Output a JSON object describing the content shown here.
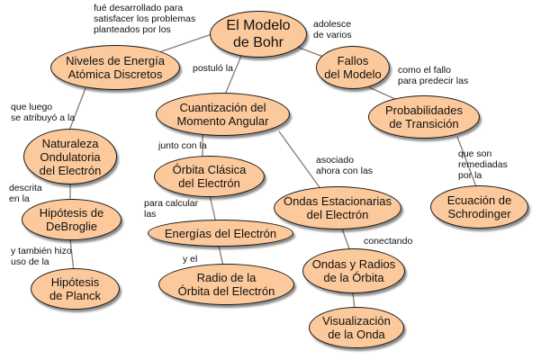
{
  "colors": {
    "node_fill": "#fbc99b",
    "node_border": "#1a1a1a",
    "line": "#8a7a6a"
  },
  "nodes": {
    "bohr": "El Modelo\nde Bohr",
    "niveles": "Niveles de Energía\nAtómica Discretos",
    "fallos": "Fallos\ndel Modelo",
    "cuantizacion": "Cuantización del\nMomento Angular",
    "probabilidades": "Probabilidades\nde Transición",
    "naturaleza": "Naturaleza\nOndulatoria\ndel Electrón",
    "orbita": "Órbita Clásica\ndel  Electrón",
    "ondas_est": "Ondas Estacionarias\ndel Electrón",
    "schrodinger": "Ecuación de\nSchrodinger",
    "debroglie": "Hipótesis de\nDeBroglie",
    "energias": "Energías del Electrón",
    "ondas_radios": "Ondas y Radios\nde la Órbita",
    "planck": "Hipótesis\nde Planck",
    "radio": "Radio de la\nÓrbita del Electrón",
    "visualizacion": "Visualización\nde la Onda"
  },
  "labels": {
    "fue": "fué desarrollado para\nsatisfacer los problemas\nplanteados por los",
    "adolesce": "adolesce\nde varios",
    "postulo": "postuló la",
    "como_fallo": "como el fallo\npara predecir las",
    "que_luego": "que luego\nse atribuyó a la",
    "junto": "junto con la",
    "asociado": "asociado\nahora con las",
    "que_son": "que son\nremediadas\npor la",
    "descrita": "descrita\nen la",
    "para_calcular": "para calcular\nlas",
    "conectando": "conectando",
    "y_tambien": "y también hizo\nuso de la",
    "y_el": "y el"
  }
}
